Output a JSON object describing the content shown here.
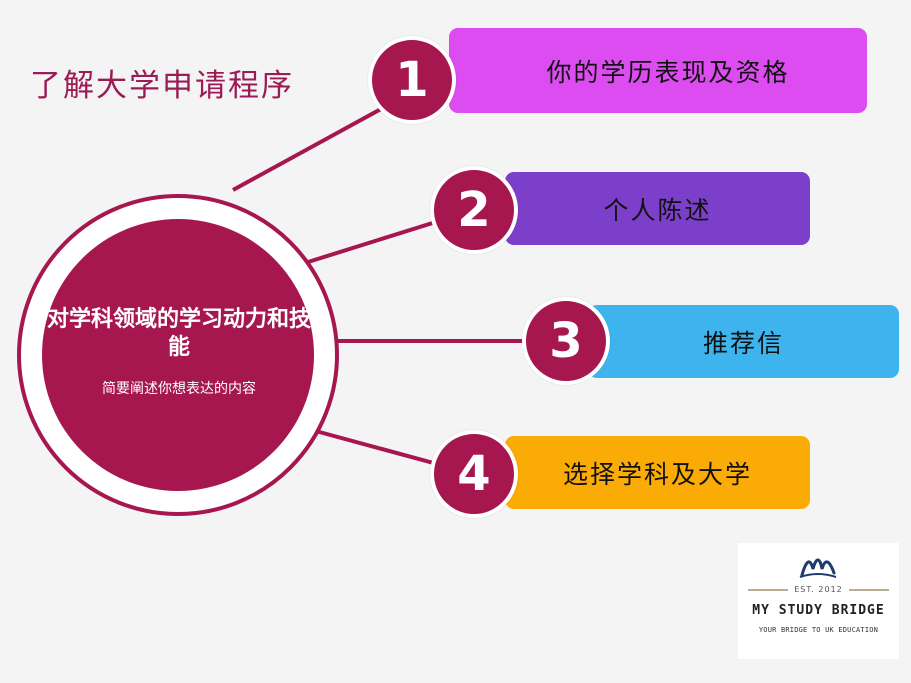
{
  "page": {
    "title": "了解大学申请程序"
  },
  "hub": {
    "main_label": "对学科领域的学习动力和技能",
    "sub_label": "简要阐述你想表达的内容"
  },
  "steps": [
    {
      "number": "1",
      "label": "你的学历表现及资格",
      "color": "#dc4cf0"
    },
    {
      "number": "2",
      "label": "个人陈述",
      "color": "#7b3fc9"
    },
    {
      "number": "3",
      "label": "推荐信",
      "color": "#3db4ee"
    },
    {
      "number": "4",
      "label": "选择学科及大学",
      "color": "#fbab05"
    }
  ],
  "colors": {
    "accent": "#a6174f",
    "title": "#9b1b56",
    "background": "#f5f4f4"
  },
  "logo": {
    "est": "EST. 2012",
    "name": "MY STUDY BRIDGE",
    "tagline": "YOUR BRIDGE TO UK EDUCATION"
  }
}
